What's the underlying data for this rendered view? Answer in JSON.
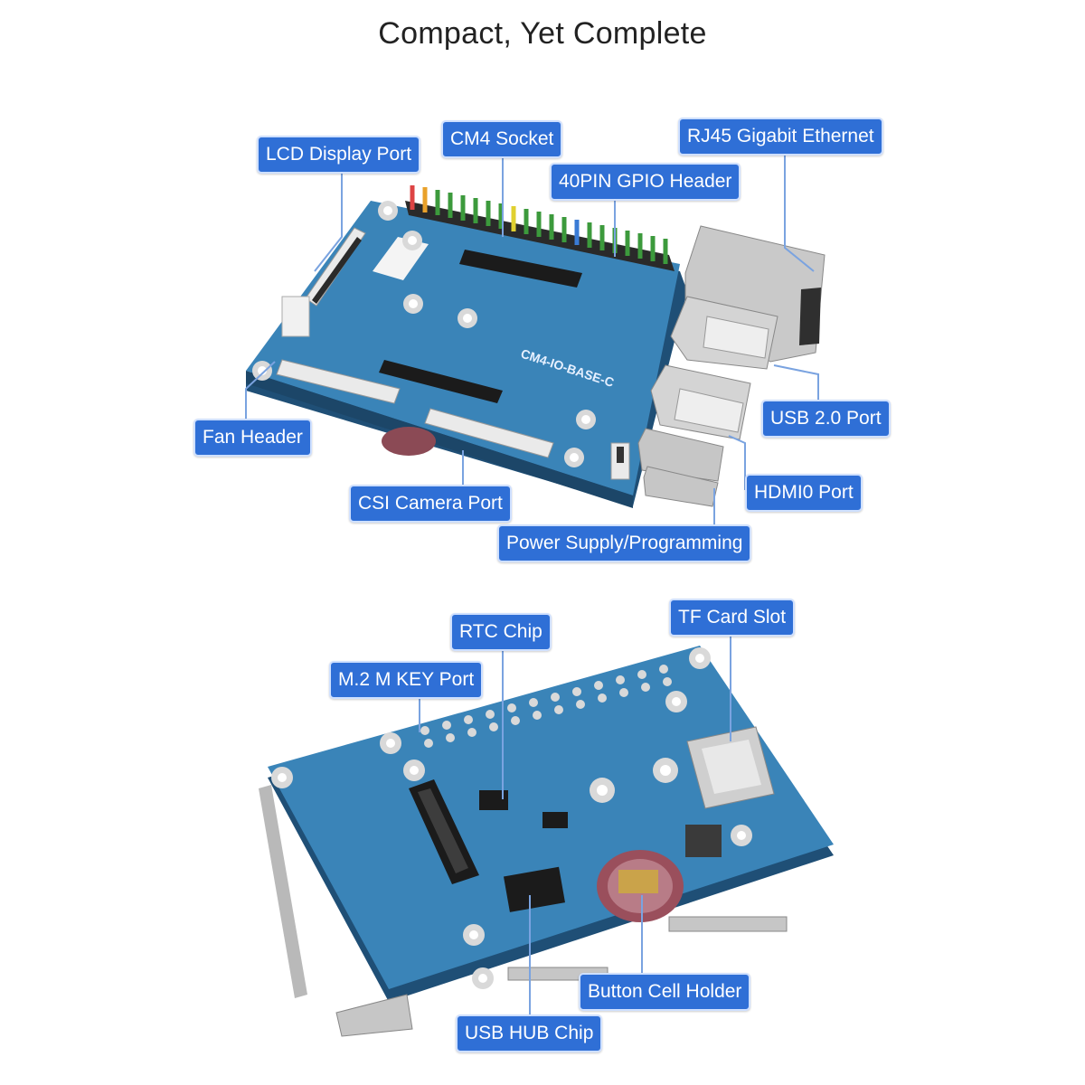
{
  "title": "Compact, Yet Complete",
  "top_board": {
    "board_marking": "CM4-IO-BASE-C",
    "labels": {
      "lcd_display_port": "LCD Display Port",
      "cm4_socket": "CM4 Socket",
      "gpio_header": "40PIN GPIO Header",
      "rj45_ethernet": "RJ45 Gigabit Ethernet",
      "usb2_port": "USB 2.0 Port",
      "fan_header": "Fan Header",
      "csi_camera_port": "CSI Camera Port",
      "hdmi0_port": "HDMI0 Port",
      "power_supply": "Power Supply/Programming"
    }
  },
  "bottom_board": {
    "labels": {
      "rtc_chip": "RTC Chip",
      "tf_card_slot": "TF Card Slot",
      "m2_port": "M.2 M KEY Port",
      "button_cell_holder": "Button Cell Holder",
      "usb_hub_chip": "USB HUB Chip"
    }
  },
  "colors": {
    "callout_bg": "#2f6fd6",
    "board_blue": "#2e6e9e",
    "board_top": "#3a84b8"
  }
}
